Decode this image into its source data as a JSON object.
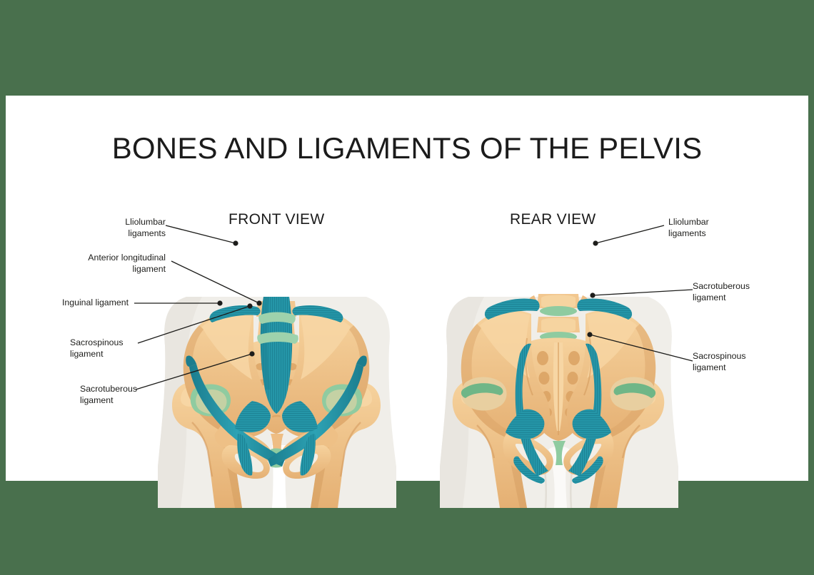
{
  "page": {
    "background_color": "#49704d",
    "card_color": "#ffffff"
  },
  "header": {
    "title": "BONES AND LIGAMENTS OF THE PELVIS"
  },
  "views": [
    {
      "id": "front",
      "label": "FRONT VIEW"
    },
    {
      "id": "rear",
      "label": "REAR VIEW"
    }
  ],
  "annotations": {
    "front": [
      {
        "id": "iliolumbar",
        "line1": "Lliolumbar",
        "line2": "ligaments"
      },
      {
        "id": "anterior",
        "line1": "Anterior longitudinal",
        "line2": "ligament"
      },
      {
        "id": "inguinal",
        "line1": "Inguinal ligament",
        "line2": ""
      },
      {
        "id": "sacrospinous",
        "line1": "Sacrospinous",
        "line2": "ligament"
      },
      {
        "id": "sacrotuberous",
        "line1": "Sacrotuberous",
        "line2": "ligament"
      }
    ],
    "rear": [
      {
        "id": "iliolumbar",
        "line1": "Lliolumbar",
        "line2": "ligaments"
      },
      {
        "id": "sacrotuberous",
        "line1": "Sacrotuberous",
        "line2": "ligament"
      },
      {
        "id": "sacrospinous",
        "line1": "Sacrospinous",
        "line2": "ligament"
      }
    ]
  },
  "palette": {
    "bone_light": "#f4cd96",
    "bone_mid": "#e9b878",
    "bone_dark": "#d9a265",
    "bone_shadow": "#c98f52",
    "ligament_teal": "#2596a8",
    "ligament_teal_dark": "#1b7d8e",
    "ligament_teal_light": "#3fa9ba",
    "cartilage_green": "#8fcba0",
    "cartilage_green_dark": "#6fb687",
    "silhouette": "#f0eee9",
    "silhouette_shadow": "#e6e3dc",
    "leader_line": "#1d1d1b",
    "text": "#1d1d1b"
  }
}
